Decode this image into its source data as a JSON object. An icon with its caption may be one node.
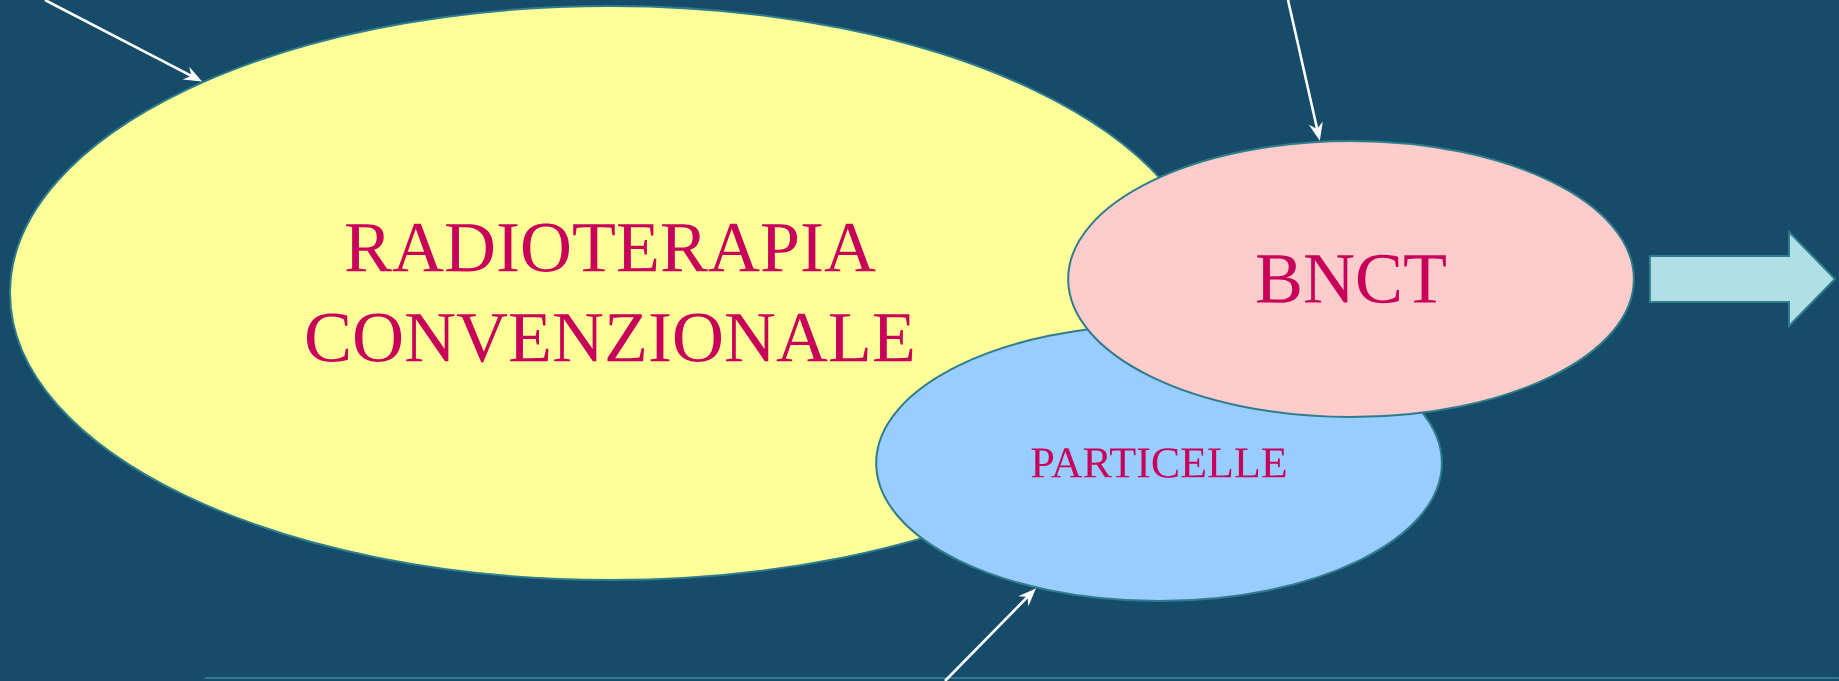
{
  "diagram": {
    "nodes": [
      {
        "text": [
          "RADIOTERAPIA CONVENZIONALE"
        ]
      },
      {
        "text": [
          "PARTICELLE"
        ]
      },
      {
        "text": [
          "BNCT"
        ]
      }
    ],
    "edges": [
      {
        "from": null,
        "to": 0,
        "arrow": "to"
      },
      {
        "from": null,
        "to": 2,
        "arrow": "to"
      },
      {
        "from": null,
        "to": 1,
        "arrow": "to"
      },
      {
        "from": 2,
        "to": null,
        "arrow": "to",
        "style": "thick",
        "color": "#b0e0e6"
      }
    ]
  }
}
